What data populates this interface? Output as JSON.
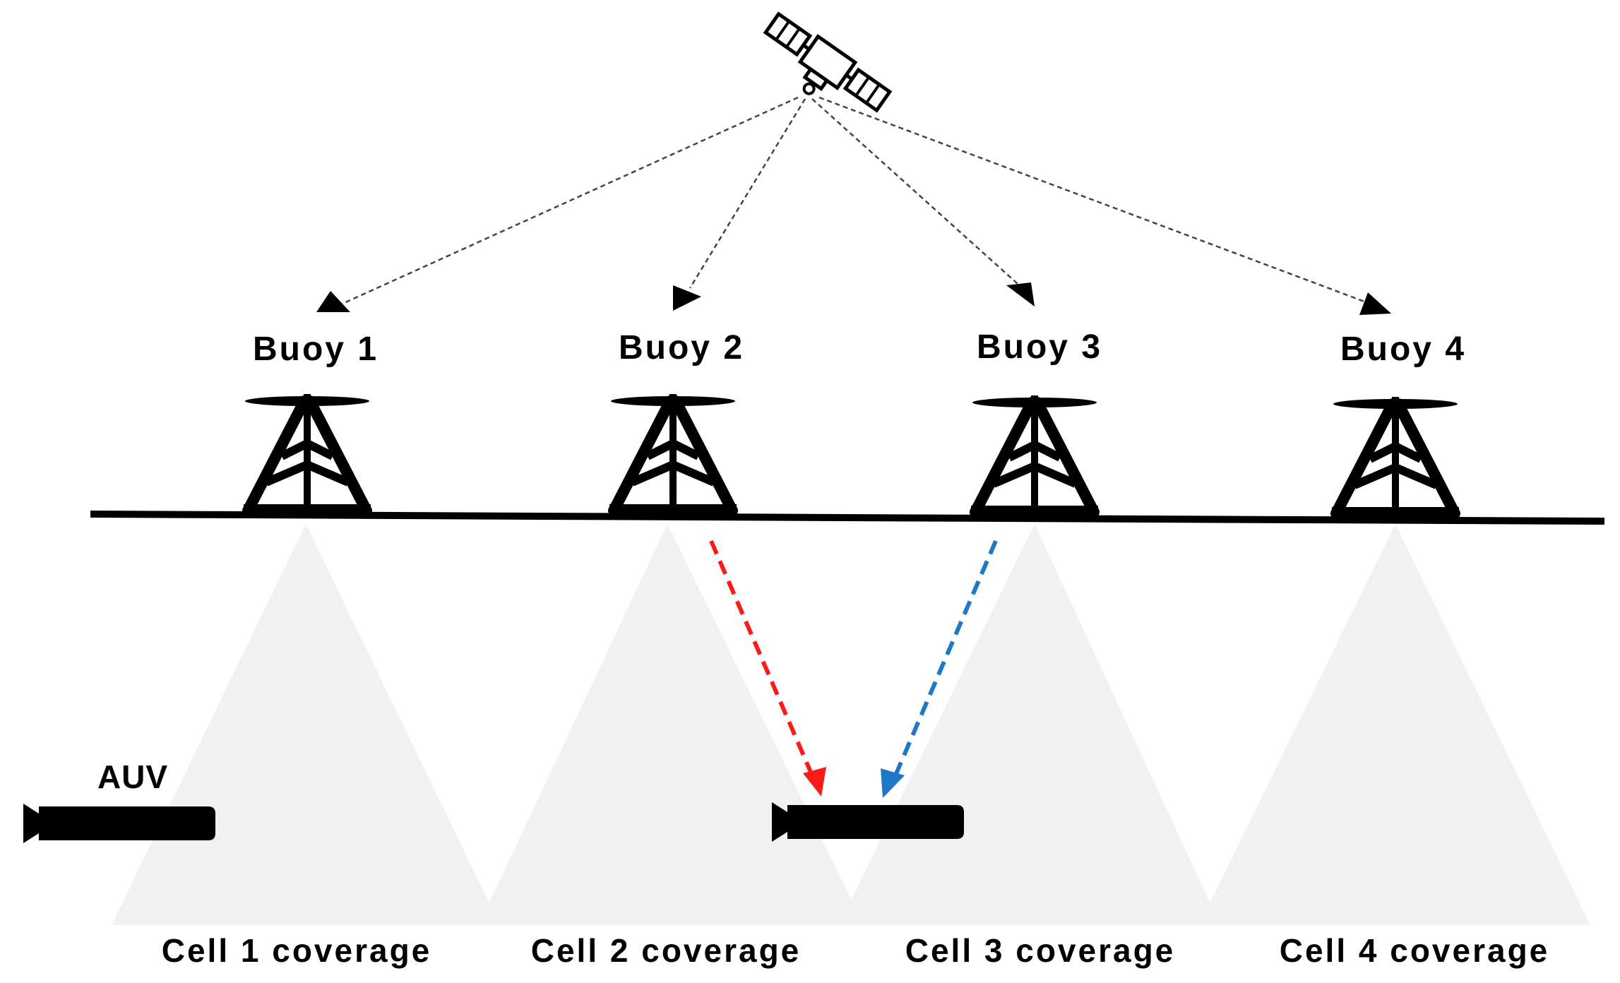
{
  "diagram": {
    "buoys": [
      {
        "label": "Buoy 1"
      },
      {
        "label": "Buoy 2"
      },
      {
        "label": "Buoy 3"
      },
      {
        "label": "Buoy 4"
      }
    ],
    "cells": [
      {
        "label": "Cell 1 coverage"
      },
      {
        "label": "Cell 2 coverage"
      },
      {
        "label": "Cell 3 coverage"
      },
      {
        "label": "Cell 4 coverage"
      }
    ],
    "auv": {
      "label": "AUV"
    },
    "icons": {
      "satellite": "satellite-icon",
      "buoy": "buoy-tower-icon",
      "auv": "auv-icon"
    },
    "colors": {
      "coverage": "#f1f1f1",
      "link_red": "#ff1a1a",
      "link_blue": "#1f77c8",
      "satellite_link": "#444444",
      "ink": "#000000"
    }
  }
}
